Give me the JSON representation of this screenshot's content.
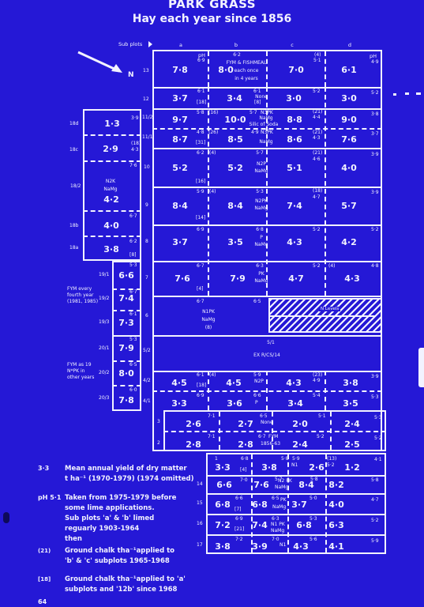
{
  "header": {
    "title": "PARK GRASS",
    "subtitle": "Hay each year since 1856",
    "subplots_label": "Sub plots",
    "columns": [
      "a",
      "b",
      "c",
      "d"
    ],
    "north_label": "N",
    "ph_label": "pH"
  },
  "plots": {
    "p13": {
      "num": "13",
      "a": "7·8",
      "a_ph": "6·9",
      "b": "8·0",
      "c": "7·0",
      "c_ph": "5·1",
      "c_note": "(4)",
      "d": "6·1",
      "d_ph": "4·9",
      "treat1": "FYM & FISHMEAL",
      "treat2": "each once",
      "treat3": "in 4 years",
      "b_ph": "6·2"
    },
    "p12": {
      "num": "12",
      "a": "3·7",
      "a_ph": "6·1",
      "a_note": "[18]",
      "b": "3·4",
      "b_ph": "6·1",
      "b_note": "[8]",
      "c": "3·0",
      "c_ph": "",
      "d": "3·0",
      "d_ph": "5·2",
      "d_ph2": "5·2",
      "treat": "None"
    },
    "p11_2": {
      "num": "11/2",
      "a": "9·7",
      "a_ph": "5·8",
      "a_note": "(16)",
      "b": "10·0",
      "b_ph": "5·7",
      "c": "8·8",
      "c_ph": "4·4",
      "c_note": "(21)",
      "d": "9·0",
      "d_ph": "3·8",
      "treat": "N3PK",
      "treat2": "NaMg",
      "treat3": "Silic of Soda"
    },
    "p11_1": {
      "num": "11/1",
      "a": "8·7",
      "a_ph": "4·8",
      "a_note": "(26)",
      "a_note2": "[31]",
      "b": "8·5",
      "b_ph": "4·9",
      "c": "8·6",
      "c_ph": "4·3",
      "c_note": "(21)",
      "d": "7·6",
      "d_ph": "3·7",
      "treat": "N3PK",
      "treat2": "NaMg"
    },
    "p10": {
      "num": "10",
      "a": "5·2",
      "a_ph": "6·2",
      "a_note": "(4)",
      "a_note2": "[16]",
      "b": "5·2",
      "b_ph": "5·7",
      "c": "5·1",
      "c_ph": "4·6",
      "c_note": "(21)",
      "d": "4·0",
      "d_ph": "3·9",
      "treat": "N2P",
      "treat2": "NaMg"
    },
    "p9": {
      "num": "9",
      "a": "8·4",
      "a_ph": "5·9",
      "a_note": "(4)",
      "a_note2": "[14]",
      "b": "8·4",
      "b_ph": "5·3",
      "c": "7·4",
      "c_ph": "4·7",
      "c_note": "(18)",
      "d": "5·7",
      "d_ph": "3·9",
      "treat": "N2PK",
      "treat2": "NaMg"
    },
    "p8": {
      "num": "8",
      "a": "3·7",
      "a_ph": "6·9",
      "b": "3·5",
      "b_ph": "6·8",
      "c": "4·3",
      "c_ph": "5·2",
      "d": "4·2",
      "d_ph": "5·2",
      "treat": "P",
      "treat2": "NaMg"
    },
    "p7": {
      "num": "7",
      "a": "7·6",
      "a_ph": "6·7",
      "a_note": "[4]",
      "b": "7·9",
      "b_ph": "6·3",
      "c": "4·7",
      "c_ph": "5·2",
      "c_note": "(4)",
      "d": "4·3",
      "d_ph": "4·8",
      "treat": "PK",
      "treat2": "NaMg"
    },
    "p6": {
      "num": "6",
      "a_ph": "6·7",
      "b_ph": "6·5",
      "treat": "N1PK",
      "treat2": "NaMg",
      "note": "(8)",
      "hatch": "N Levels"
    },
    "p5_2": {
      "num": "5/2",
      "treat": "EX R/CS/14",
      "s1": "5/1"
    },
    "p4_2": {
      "num": "4/2",
      "a": "4·5",
      "a_ph": "6·1",
      "a_note": "(4)",
      "a_note2": "[18]",
      "b": "4·5",
      "b_ph": "5·9",
      "c": "4·3",
      "c_ph": "4·9",
      "c_note": "(23)",
      "d": "3·8",
      "d_ph": "3·9",
      "treat": "N2P"
    },
    "p4_1": {
      "num": "4/1",
      "a": "3·3",
      "a_ph": "6·9",
      "b": "3·6",
      "b_ph": "6·6",
      "c": "3·4",
      "c_ph": "5·4",
      "d": "3·5",
      "d_ph": "5·3",
      "treat": "P"
    },
    "p3": {
      "num": "3",
      "a": "2·6",
      "a_ph": "7·1",
      "b": "2·7",
      "b_ph": "6·5",
      "c": "2·0",
      "c_ph": "5·1",
      "d": "2·4",
      "d_ph": "5·3",
      "treat": "None"
    },
    "p2": {
      "num": "2",
      "a": "2·8",
      "a_ph": "7·1",
      "b": "2·8",
      "b_ph": "6·7",
      "c": "2·4",
      "c_ph": "5·2",
      "d": "2·5",
      "d_ph": "5·2",
      "treat": "FYM",
      "treat2": "1856-63"
    },
    "p1": {
      "num": "1",
      "a": "3·3",
      "a_ph": "6·8",
      "b": "3·8",
      "b_ph": "5·8",
      "c": "2·6",
      "c_ph": "5·9",
      "c_note": "(13)",
      "d": "1·2",
      "d_ph": "4·1",
      "d_ph2": "5·2",
      "treat": "N1",
      "a_note": "[4]"
    },
    "p14": {
      "num": "14",
      "a": "6·6",
      "a_ph": "7·0",
      "b": "7·6",
      "b_ph": "5·7",
      "c": "8·4",
      "c_ph": "5·8",
      "d": "8·2",
      "d_ph": "5·8",
      "treat": "N2 PK",
      "treat2": "NaMg"
    },
    "p15": {
      "num": "15",
      "a": "6·8",
      "a_ph": "6·6",
      "a_note": "[7]",
      "b": "6·8",
      "b_ph": "6·5",
      "c": "3·7",
      "c_ph": "5·0",
      "d": "4·0",
      "d_ph": "4·7",
      "treat": "PK",
      "treat2": "NaMg"
    },
    "p16": {
      "num": "16",
      "a": "7·2",
      "a_ph": "6·9",
      "a_note": "[21]",
      "b": "7·4",
      "b_ph": "6·3",
      "c": "6·8",
      "c_ph": "5·3",
      "d": "6·3",
      "d_ph": "5·2",
      "treat": "N1 PK",
      "treat2": "NaMg"
    },
    "p17": {
      "num": "17",
      "a": "3·8",
      "a_ph": "7·2",
      "b": "3·9",
      "b_ph": "7·0",
      "c": "4·3",
      "c_ph": "5·6",
      "d": "4·1",
      "d_ph": "5·9",
      "treat": "N1"
    }
  },
  "left_block": {
    "r18d": {
      "num": "18d",
      "val": "1·3",
      "ph": "3·9"
    },
    "r18c": {
      "num": "18c",
      "val": "2·9",
      "ph": "4·3",
      "note": "(18)"
    },
    "r18_2": {
      "num": "18/2",
      "val": "4·2",
      "ph": "7·6",
      "treat": "N2K",
      "treat2": "NaMg"
    },
    "r18b": {
      "num": "18b",
      "val": "4·0",
      "ph": "6·7"
    },
    "r18a": {
      "num": "18a",
      "val": "3·8",
      "ph": "6·2",
      "note": "[8]"
    },
    "r19_1": {
      "num": "19/1",
      "val": "6·6",
      "ph": "5·3"
    },
    "r19_2": {
      "num": "19/2",
      "val": "7·4",
      "ph": "6·7"
    },
    "r19_3": {
      "num": "19/3",
      "val": "7·3",
      "ph": "6·1"
    },
    "r20_1": {
      "num": "20/1",
      "val": "7·9",
      "ph": "5·3"
    },
    "r20_2": {
      "num": "20/2",
      "val": "8·0",
      "ph": "6·5"
    },
    "r20_3": {
      "num": "20/3",
      "val": "7·8",
      "ph": "6·0"
    },
    "fym1": "FYM every",
    "fym2": "fourth year",
    "fym3": "(1981, 1985)",
    "fym4": "FYM as 19",
    "fym5": "N*PK in",
    "fym6": "other years"
  },
  "legend": [
    {
      "key": "3·3",
      "line1": "Mean annual yield of dry matter",
      "line2": "t ha⁻¹ (1970-1979) (1974 omitted)"
    },
    {
      "key": "pH 5·1",
      "line1": "Taken from 1975-1979 before",
      "line2": "some lime applications.",
      "line3": "Sub plots 'a' & 'b' limed",
      "line4": "reguarly 1903-1964",
      "line5": "then"
    },
    {
      "key": "(21)",
      "line1": "Ground chalk tha⁻¹applied to",
      "line2": "'b' & 'c' subplots 1965-1968"
    },
    {
      "key": "[18]",
      "line1": "Ground chalk tha⁻¹applied to 'a'",
      "line2": "subplots and '12b' since 1968"
    }
  ],
  "page_number": "64",
  "colors": {
    "background": "#2518d6",
    "foreground": "#f2f2ff"
  }
}
